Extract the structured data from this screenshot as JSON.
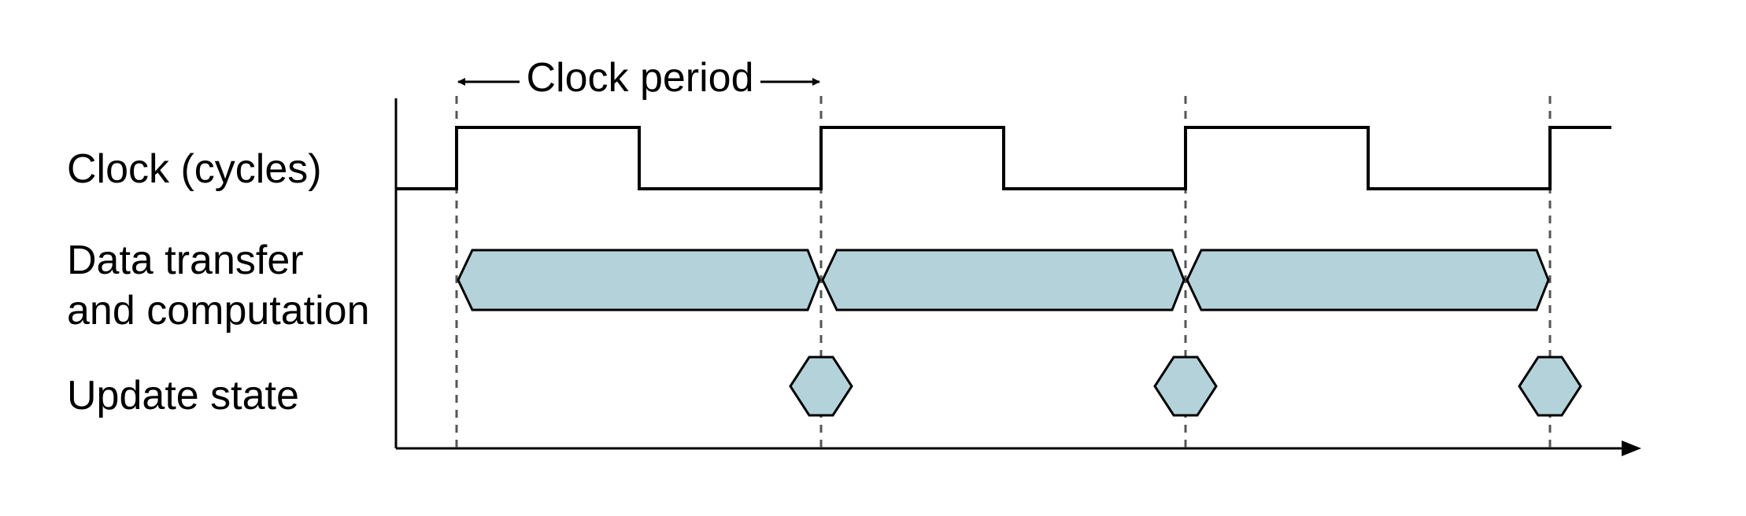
{
  "labels": {
    "clock": "Clock (cycles)",
    "data_line1": "Data transfer",
    "data_line2": "and computation",
    "update": "Update state",
    "period": "Clock period"
  },
  "colors": {
    "fill": "#b4d2da",
    "stroke": "#000000",
    "guide": "#555555"
  }
}
